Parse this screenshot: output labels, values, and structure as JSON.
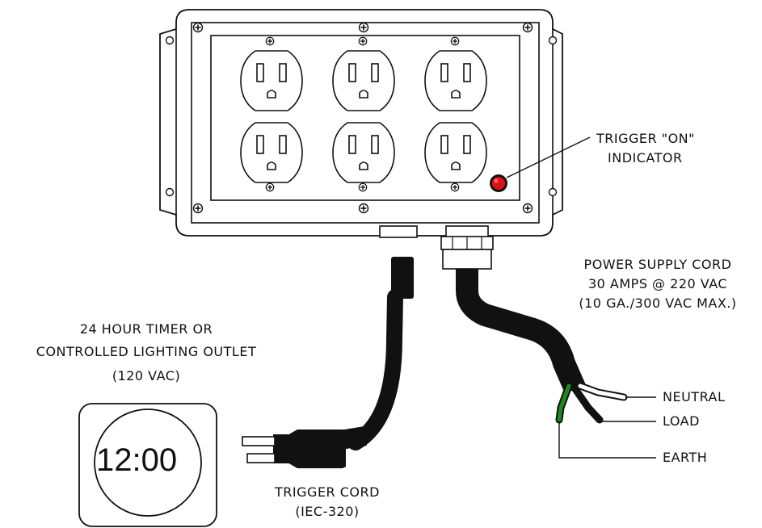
{
  "labels": {
    "trigger_indicator": [
      "TRIGGER \"ON\"",
      "INDICATOR"
    ],
    "power_cord": [
      "POWER SUPPLY CORD",
      "30 AMPS @ 220 VAC",
      "(10 GA./300 VAC MAX.)"
    ],
    "timer": [
      "24 HOUR TIMER OR",
      "CONTROLLED LIGHTING OUTLET",
      "(120 VAC)"
    ],
    "trigger_cord": [
      "TRIGGER CORD",
      "(IEC-320)"
    ],
    "neutral": "NEUTRAL",
    "load": "LOAD",
    "earth": "EARTH"
  },
  "clock_time": "12:00",
  "colors": {
    "indicator": "#e01010",
    "earth_wire": "#1e8a1e",
    "cord": "#111111",
    "neutral_wire": "#ffffff"
  }
}
